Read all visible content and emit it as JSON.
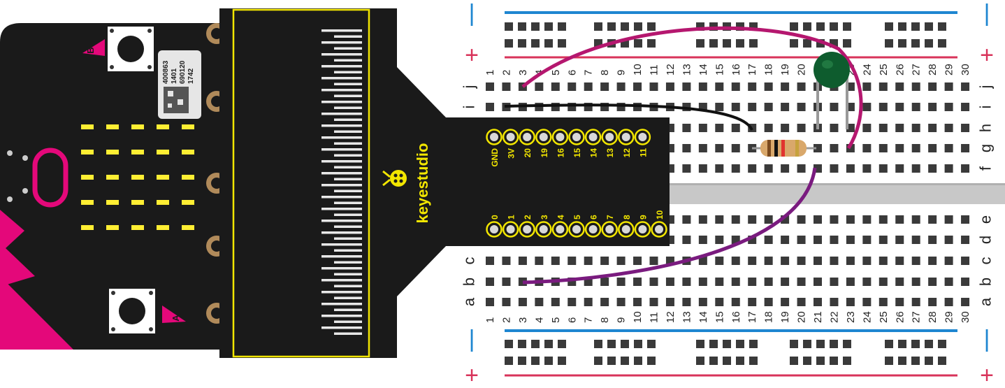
{
  "breadboard": {
    "columns": [
      "1",
      "2",
      "3",
      "4",
      "5",
      "6",
      "7",
      "8",
      "9",
      "10",
      "11",
      "12",
      "13",
      "14",
      "15",
      "16",
      "17",
      "18",
      "19",
      "20",
      "21",
      "22",
      "23",
      "24",
      "25",
      "26",
      "27",
      "28",
      "29",
      "30"
    ],
    "row_labels_upper": [
      "j",
      "i",
      "h",
      "g",
      "f"
    ],
    "row_labels_lower": [
      "e",
      "d",
      "c",
      "b",
      "a"
    ],
    "rail_plus": "+",
    "rail_minus": "|"
  },
  "adapter": {
    "brand": "keyestudio",
    "top_pins": [
      "GND",
      "3V",
      "20",
      "19",
      "16",
      "15",
      "14",
      "13",
      "12",
      "11"
    ],
    "bottom_pins": [
      "0",
      "1",
      "2",
      "3",
      "4",
      "5",
      "6",
      "7",
      "8",
      "9",
      "10"
    ]
  },
  "microbit": {
    "button_a": "A",
    "button_b": "B",
    "sticker_lines": [
      "400863",
      "1401",
      "690120",
      "1742"
    ]
  },
  "colors": {
    "board": "#1a1a1a",
    "accent": "#e4087a",
    "led": "#ffee33",
    "adapter_text": "#f2e600",
    "rail_blue": "#1e86d1",
    "rail_red": "#d8335a",
    "wire_magenta": "#b5176f",
    "wire_purple": "#7a1b7f",
    "wire_black": "#111111",
    "sensor": "#0e5c2e"
  }
}
